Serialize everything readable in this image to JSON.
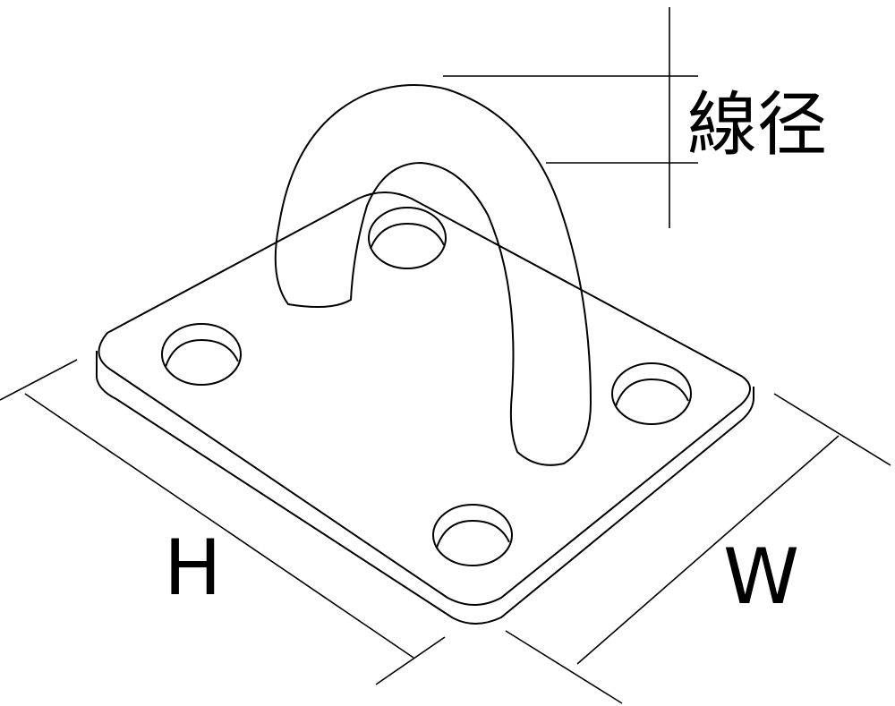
{
  "labels": {
    "wire_diameter": "線径",
    "height": "H",
    "width": "W"
  },
  "colors": {
    "hook_fill": "#f9dede",
    "plate_fill": "#ffffff",
    "line": "#000000"
  }
}
